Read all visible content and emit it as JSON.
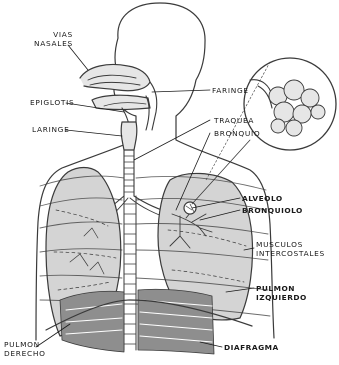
{
  "labels": {
    "vias_nasales": [
      "VIAS",
      "NASALES"
    ],
    "faringe": "FARINGE",
    "epiglotis": "EPIGLOTIS",
    "laringe": "LARINGE",
    "traquea": "TRAQUEA",
    "bronquio": "BRONQUIO",
    "alveolo": "ALVEOLO",
    "bronquiolo": "BRONQUIOLO",
    "musculos_intercostales": [
      "MUSCULOS",
      "INTERCOSTALES"
    ],
    "pulmon_izquierdo": [
      "PULMON",
      "IZQUIERDO"
    ],
    "pulmon_derecho": [
      "PULMON",
      "DERECHO"
    ],
    "diafragma": "DIAFRAGMA"
  },
  "colors": {
    "outline": "#2a2a2a",
    "lung_shade": "#d4d4d4",
    "muscle_shade": "#8e8e8e",
    "airway_fill": "#e6e6e6"
  }
}
